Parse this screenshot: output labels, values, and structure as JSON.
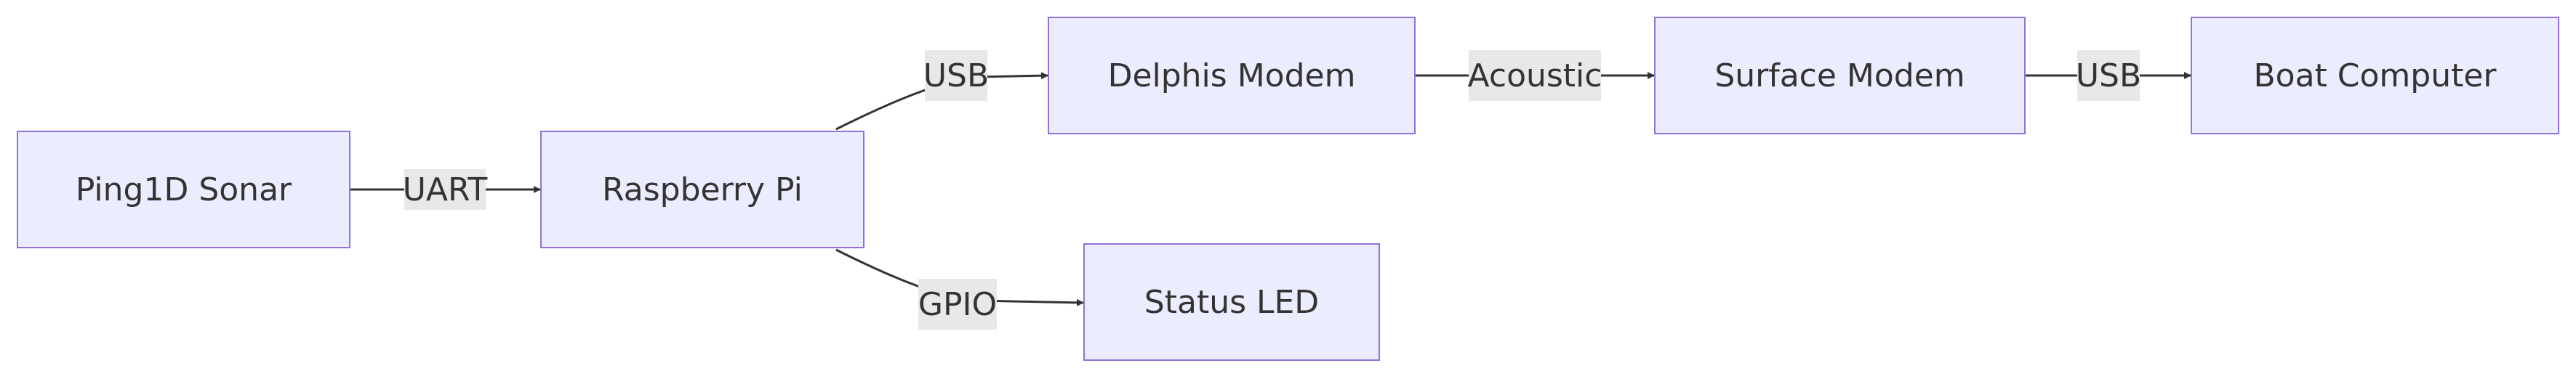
{
  "diagram": {
    "colors": {
      "node_fill": "#ececff",
      "node_border": "#9370db",
      "edge": "#333333",
      "label_bg": "#e8e8e8",
      "text": "#333333"
    },
    "nodes": [
      {
        "id": "ping",
        "label": "Ping1D Sonar"
      },
      {
        "id": "pi",
        "label": "Raspberry Pi"
      },
      {
        "id": "delphis",
        "label": "Delphis Modem"
      },
      {
        "id": "surface",
        "label": "Surface Modem"
      },
      {
        "id": "boat",
        "label": "Boat Computer"
      },
      {
        "id": "led",
        "label": "Status LED"
      }
    ],
    "edges": [
      {
        "from": "ping",
        "to": "pi",
        "label": "UART"
      },
      {
        "from": "pi",
        "to": "delphis",
        "label": "USB"
      },
      {
        "from": "delphis",
        "to": "surface",
        "label": "Acoustic"
      },
      {
        "from": "surface",
        "to": "boat",
        "label": "USB"
      },
      {
        "from": "pi",
        "to": "led",
        "label": "GPIO"
      }
    ]
  }
}
